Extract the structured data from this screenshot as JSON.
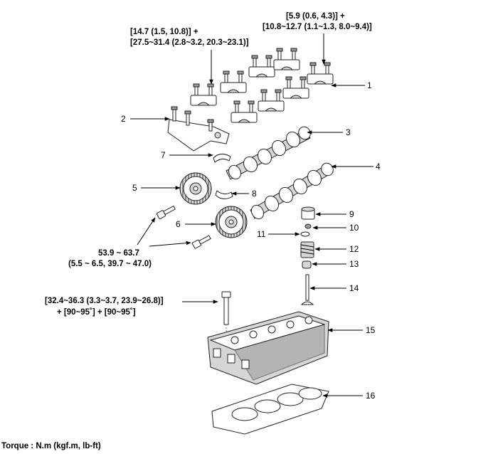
{
  "torque_labels": {
    "caps_left_line1": "[14.7 (1.5, 10.8)] +",
    "caps_left_line2": "[27.5~31.4 (2.8~3.2, 20.3~23.1)]",
    "caps_right_line1": "[5.9 (0.6, 4.3)] +",
    "caps_right_line2": "[10.8~12.7 (1.1~1.3, 8.0~9.4)]",
    "sprocket_line1": "53.9 ~ 63.7",
    "sprocket_line2": "(5.5 ~ 6.5, 39.7 ~ 47.0)",
    "head_bolt_line1": "[32.4~36.3 (3.3~3.7, 23.9~26.8)]",
    "head_bolt_line2": "+ [90~95˚] + [90~95˚]"
  },
  "callouts": [
    "1",
    "2",
    "3",
    "4",
    "5",
    "6",
    "7",
    "8",
    "9",
    "10",
    "11",
    "12",
    "13",
    "14",
    "15",
    "16"
  ],
  "footer": "Torque : N.m (kgf.m, lb-ft)"
}
